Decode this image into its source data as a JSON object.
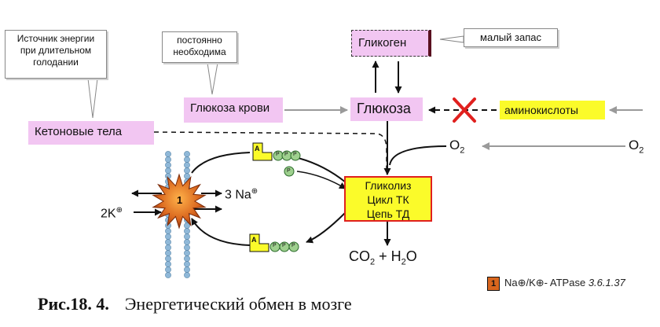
{
  "callouts": {
    "energy_source": [
      "Источник энергии",
      "при длительном",
      "голодании"
    ],
    "constantly_needed": [
      "постоянно",
      "необходима"
    ],
    "small_reserve": "малый запас"
  },
  "nodes": {
    "glycogen": "Гликоген",
    "glucose": "Глюкоза",
    "blood_glucose": "Глюкоза крови",
    "ketone_bodies": "Кетоновые тела",
    "amino_acids": "аминокислоты",
    "o2_left": "O",
    "o2_right": "O",
    "o2_sub": "2",
    "metabolism": [
      "Гликолиз",
      "Цикл ТК",
      "Цепь ТД"
    ],
    "products_co2": "CO",
    "products_sub": "2",
    "products_plus": " + H",
    "products_h2o_sub": "2",
    "products_o": "O"
  },
  "pump": {
    "number": "1",
    "sodium": "3 Na",
    "potassium": "2K",
    "charge": "⊕",
    "nucleotide_letter": "A",
    "phosphate": "P"
  },
  "legend": {
    "number": "1",
    "text": "Na⊕/K⊕- ATPase",
    "ec_number": "3.6.1.37"
  },
  "caption": {
    "label": "Рис.18. 4.",
    "text": "Энергетический обмен в мозге"
  },
  "colors": {
    "pink": "#f2c6f2",
    "yellow": "#fbfb2a",
    "red_border": "#e0201e",
    "cross": "#e0201e",
    "membrane": "#8fb8d8",
    "phosphate_green": "#9ed08e",
    "pump_orange": "#d9661e"
  }
}
